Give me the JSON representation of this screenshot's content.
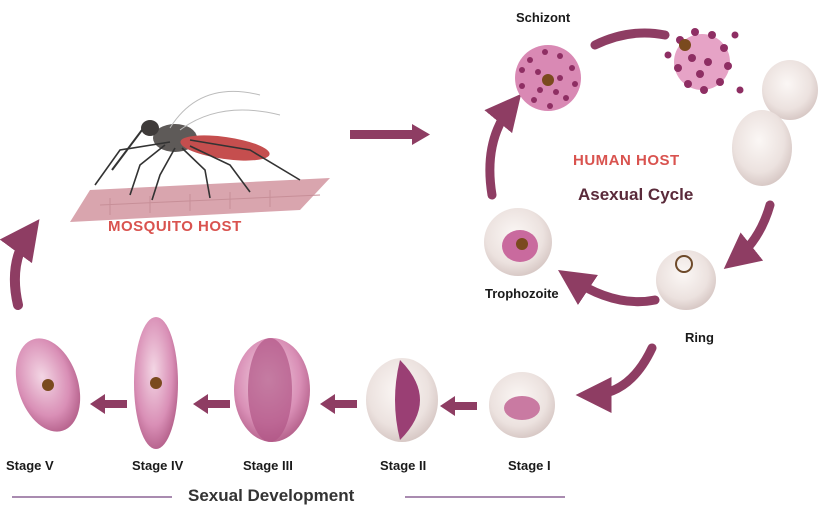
{
  "labels": {
    "schizont": "Schizont",
    "trophozoite": "Trophozoite",
    "ring": "Ring",
    "human_host": "HUMAN HOST",
    "asexual_cycle": "Asexual Cycle",
    "mosquito_host": "MOSQUITO HOST",
    "sexual_development": "Sexual Development",
    "stages": [
      "Stage I",
      "Stage II",
      "Stage III",
      "Stage IV",
      "Stage V"
    ]
  },
  "colors": {
    "arrow": "#8e3d63",
    "host_label": "#d9534f",
    "cell_pink": "#e9b7cf",
    "cell_pale": "#efe6e4",
    "rule": "#a98bb0"
  }
}
